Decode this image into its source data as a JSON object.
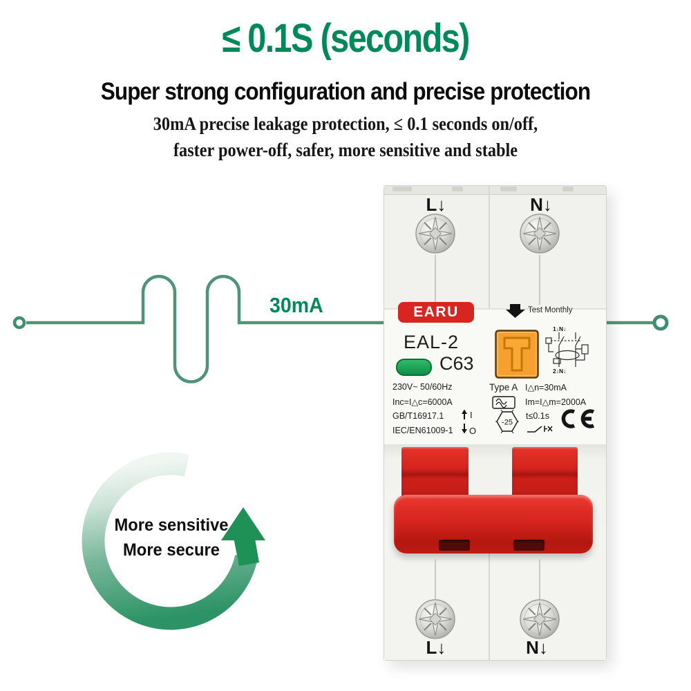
{
  "header": {
    "title": "≤ 0.1S (seconds)",
    "subtitle": "Super strong configuration and precise protection",
    "description_line1": "30mA precise leakage protection, ≤ 0.1 seconds on/off,",
    "description_line2": "faster power-off, safer, more sensitive and stable"
  },
  "leakage_current_label": "30mA",
  "sensitivity_badge": {
    "line1": "More sensitive",
    "line2": "More secure"
  },
  "breaker": {
    "terminal_top_left": "L↓",
    "terminal_top_right": "N↓",
    "terminal_bottom_left": "L↓",
    "terminal_bottom_right": "N↓",
    "brand": "EARU",
    "model": "EAL-2",
    "rating": "C63",
    "test_arrow_label": "Test Monthly",
    "test_button_letter": "T",
    "diagram": {
      "top_label": "1↓N↓",
      "bottom_label": "2↓N↓"
    },
    "specs": {
      "voltage": "230V~ 50/60Hz",
      "breaking_capacity": "Inc=I△c=6000A",
      "standard_gb": "GB/T16917.1",
      "standard_iec": "IEC/EN61009-1",
      "on_label": "I",
      "off_label": "O",
      "type": "Type A",
      "rated_residual_current": "I△n=30mA",
      "surge_current": "Im=I△m=2000A",
      "trip_time": "t≤0.1s",
      "temperature": "-25",
      "ce_mark": "CE"
    }
  },
  "colors": {
    "accent_green": "#008a5a",
    "line_green": "#4e9477",
    "brand_red": "#d9251f",
    "switch_red": "#d6231d",
    "button_orange": "#f5a02f"
  }
}
